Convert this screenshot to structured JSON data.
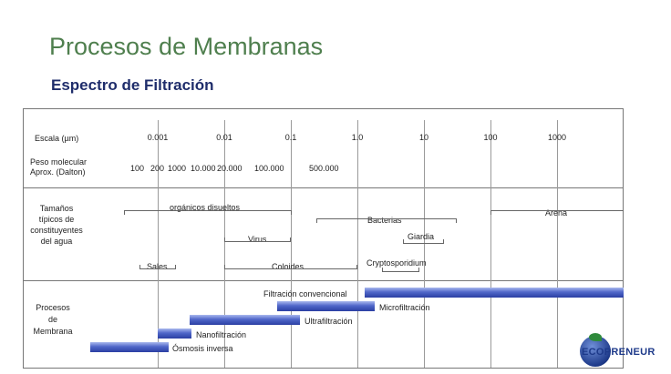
{
  "header": {
    "title": "Procesos de Membranas",
    "subtitle": "Espectro de Filtración"
  },
  "rows": {
    "scale_label": "Escala (µm)",
    "mw_label_line1": "Peso molecular",
    "mw_label_line2": "Aprox. (Dalton)",
    "sizes_label": [
      "Tamaños",
      "típicos de",
      "constituyentes",
      "del agua"
    ],
    "process_label": [
      "Procesos",
      "de",
      "Membrana"
    ]
  },
  "scale_ticks": [
    "0.001",
    "0.01",
    "0.1",
    "1.0",
    "10",
    "100",
    "1000"
  ],
  "molecular_weights": [
    "100",
    "200",
    "1000",
    "10.000",
    "20.000",
    "100.000",
    "500.000"
  ],
  "constituents": {
    "organicos": "orgánicos disueltos",
    "arena": "Arena",
    "bacterias": "Bacterias",
    "virus": "Virus",
    "giardia": "Giardia",
    "cryptosporidium": "Cryptosporidium",
    "sales": "Sales",
    "coloides": "Coloides"
  },
  "processes": {
    "filtracion": "Filtración convencional",
    "micro": "Microfiltración",
    "ultra": "Ultrafiltración",
    "nano": "Nanofiltración",
    "osmosis": "Ósmosis inversa"
  },
  "logo": {
    "text": "ECOPRENEUR"
  }
}
